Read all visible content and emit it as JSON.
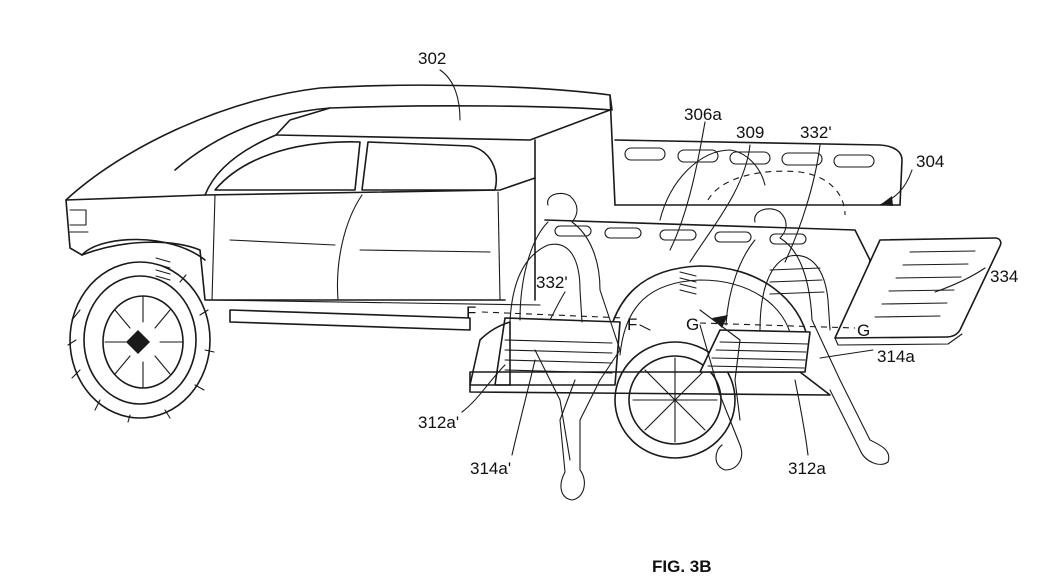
{
  "figure": {
    "caption": "FIG. 3B",
    "labels": {
      "l302": "302",
      "l306a": "306a",
      "l309": "309",
      "l332p_top": "332'",
      "l304": "304",
      "l334": "334",
      "l332p_left": "332'",
      "lF_left": "F",
      "lF_mid": "F",
      "lG_mid": "G",
      "lG_right": "G",
      "l314a": "314a",
      "l312a_p": "312a'",
      "l314a_p": "314a'",
      "l312a": "312a"
    }
  }
}
